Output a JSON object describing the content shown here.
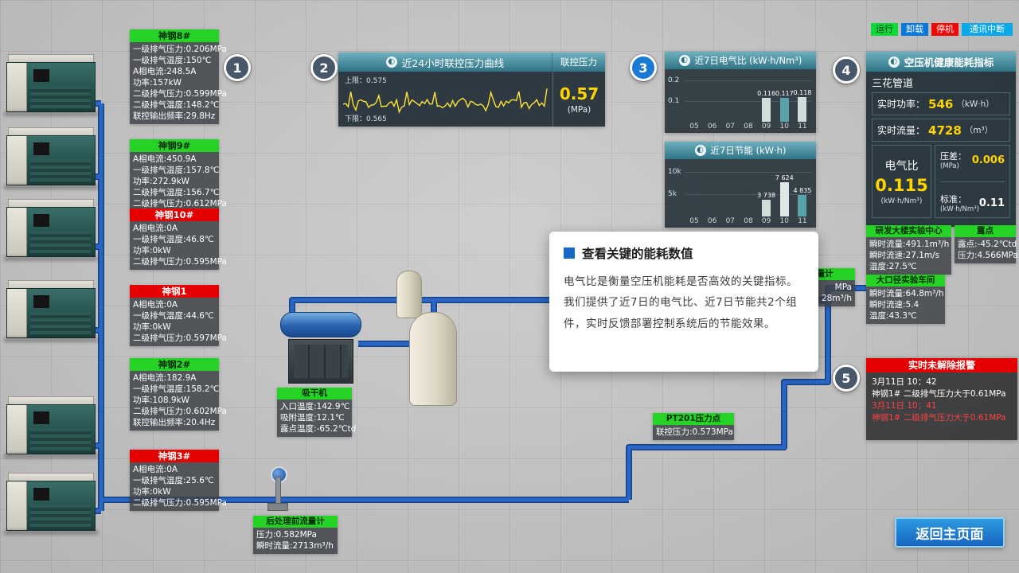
{
  "legend": {
    "run": "运行",
    "unload": "卸载",
    "stop": "停机",
    "comm_break": "通讯中断"
  },
  "steps": [
    "1",
    "2",
    "3",
    "4",
    "5"
  ],
  "compressors": [
    {
      "name": "神钢8#",
      "status": "run",
      "lines": [
        "一级排气压力:0.206MPa",
        "一级排气温度:150℃",
        "A相电流:248.5A",
        "功率:157kW",
        "二级排气压力:0.599MPa",
        "二级排气温度:148.2℃",
        "联控输出频率:29.8Hz"
      ]
    },
    {
      "name": "神钢9#",
      "status": "run",
      "lines": [
        "A相电流:450.9A",
        "一级排气温度:157.8℃",
        "功率:272.9kW",
        "二级排气温度:156.7℃",
        "二级排气压力:0.612MPa"
      ]
    },
    {
      "name": "神钢10#",
      "status": "stop",
      "lines": [
        "A相电流:0A",
        "一级排气温度:46.8℃",
        "功率:0kW",
        "二级排气压力:0.595MPa"
      ]
    },
    {
      "name": "神钢1",
      "status": "stop",
      "lines": [
        "A相电流:0A",
        "一级排气温度:44.6℃",
        "功率:0kW",
        "二级排气压力:0.597MPa"
      ]
    },
    {
      "name": "神钢2#",
      "status": "run",
      "lines": [
        "A相电流:182.9A",
        "一级排气温度:158.2℃",
        "功率:108.9kW",
        "二级排气压力:0.602MPa",
        "联控输出频率:20.4Hz"
      ]
    },
    {
      "name": "神钢3#",
      "status": "stop",
      "lines": [
        "A相电流:0A",
        "一级排气温度:25.6℃",
        "功率:0kW",
        "二级排气压力:0.595MPa"
      ]
    }
  ],
  "pressure_panel": {
    "title": "近24小时联控压力曲线",
    "value_title": "联控压力",
    "upper": "上限：0.575",
    "lower": "下限：0.565",
    "value": "0.57",
    "unit": "(MPa)"
  },
  "eb_chart": {
    "type": "bar",
    "title": "近7日电气比 (kW·h/Nm³)",
    "categories": [
      "05",
      "06",
      "07",
      "08",
      "09",
      "10",
      "11"
    ],
    "values": [
      0,
      0,
      0,
      0,
      0.116,
      0.117,
      0.118
    ],
    "labels": [
      "",
      "",
      "",
      "",
      "0.116",
      "0.117",
      "0.118"
    ],
    "y_ticks": [
      "0.2",
      "0.1"
    ],
    "max": 0.2,
    "bar_colors": [
      "",
      "",
      "",
      "",
      "#cfdeda",
      "#58a3a9",
      "#cfdeda"
    ]
  },
  "save_chart": {
    "type": "bar",
    "title": "近7日节能 (kW·h)",
    "categories": [
      "05",
      "06",
      "07",
      "08",
      "09",
      "10",
      "11"
    ],
    "values": [
      0,
      0,
      0,
      0,
      3738,
      7624,
      4835
    ],
    "labels": [
      "",
      "",
      "",
      "",
      "3 738",
      "7 624",
      "4 835"
    ],
    "y_ticks": [
      "10k",
      "5k"
    ],
    "max": 10000,
    "bar_colors": [
      "",
      "",
      "",
      "",
      "#cfdeda",
      "#dfe8e4",
      "#58a3a9"
    ]
  },
  "health": {
    "title": "空压机健康能耗指标",
    "pipe": "三花管道",
    "power_label": "实时功率：",
    "power_value": "546",
    "power_unit": "（kW·h）",
    "flow_label": "实时流量：",
    "flow_value": "4728",
    "flow_unit": "（m³）",
    "eb_label": "电气比",
    "eb_value": "0.115",
    "eb_unit": "(kW·h/Nm³)",
    "diff_label": "压差：",
    "diff_value": "0.006",
    "diff_unit": "(MPa)",
    "std_label": "标准：",
    "std_value": "0.11",
    "std_unit": "(kW·h/Nm³)"
  },
  "meters": {
    "yanfa": {
      "title": "研发大楼实验中心",
      "lines": [
        "瞬时流量:491.1m³/h",
        "瞬时流速:27.1m/s",
        "温度:27.5℃"
      ]
    },
    "ludian": {
      "title": "露点",
      "lines": [
        "露点:-45.2℃td",
        "压力:4.566MPa"
      ]
    },
    "dakoujing": {
      "title": "大口径实验车间",
      "lines": [
        "瞬时流量:64.8m³/h",
        "瞬时流速:5.4",
        "温度:43.3℃"
      ]
    },
    "hidden": {
      "title": "流量计",
      "lines": [
        "MPa",
        "28m³/h"
      ]
    },
    "xiganji": {
      "title": "吸干机",
      "lines": [
        "入口温度:142.9℃",
        "吸附温度:12.1℃",
        "露点温度:-65.2℃td"
      ]
    },
    "pt201": {
      "title": "PT201压力点",
      "lines": [
        "联控压力:0.573MPa"
      ]
    },
    "houchuli": {
      "title": "后处理前流量计",
      "lines": [
        "压力:0.582MPa",
        "瞬时流量:2713m³/h"
      ]
    }
  },
  "alarms": {
    "title": "实时未解除报警",
    "items": [
      {
        "time": "3月11日 10：42",
        "text": "神钢1# 二级排气压力大于0.61MPa",
        "level": "normal"
      },
      {
        "time": "3月11日 10：41",
        "text": "神钢1# 二级排气压力大于0.61MPa",
        "level": "alert"
      }
    ]
  },
  "tooltip": {
    "title": "查看关键的能耗数值",
    "body": "电气比是衡量空压机能耗是否高效的关键指标。我们提供了近7日的电气比、近7日节能共2个组件，实时反馈部署控制系统后的节能效果。"
  },
  "back_button": "返回主页面",
  "colors": {
    "run_green": "#25d325",
    "stop_red": "#e40000",
    "unload_blue": "#0b77d8",
    "comm_cyan": "#09a8e8",
    "accent_yellow": "#ffd400",
    "header_teal": "#3f8fa0",
    "pipe_blue": "#2a66c8"
  }
}
